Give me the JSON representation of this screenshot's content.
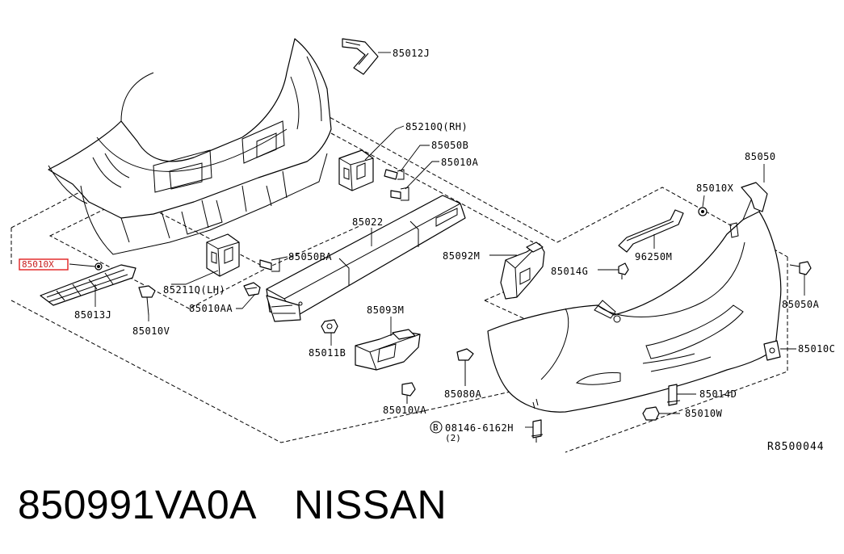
{
  "diagram": {
    "reference_code": "R8500044",
    "part_labels": {
      "p85012J": "85012J",
      "p85210Q": "85210Q(RH)",
      "p85050B": "85050B",
      "p85010A": "85010A",
      "p85050": "85050",
      "p85010X_right": "85010X",
      "p85022": "85022",
      "p85050BA": "85050BA",
      "p85092M": "85092M",
      "p96250M": "96250M",
      "p85014G": "85014G",
      "p85010X_left": "85010X",
      "p85211Q": "85211Q(LH)",
      "p85010AA": "85010AA",
      "p85013J": "85013J",
      "p85010V": "85010V",
      "p85093M": "85093M",
      "p85050A": "85050A",
      "p85011B": "85011B",
      "p85010C": "85010C",
      "p85080A": "85080A",
      "p85014D": "85014D",
      "p85010VA": "85010VA",
      "p85010W": "85010W",
      "p08146": "08146-6162H",
      "p08146_qty": "(2)",
      "bolt_prefix": "B"
    },
    "highlighted_part": "85010X",
    "highlight_color": "#e02020"
  },
  "caption": {
    "part_number": "850991VA0A",
    "brand": "NISSAN"
  }
}
